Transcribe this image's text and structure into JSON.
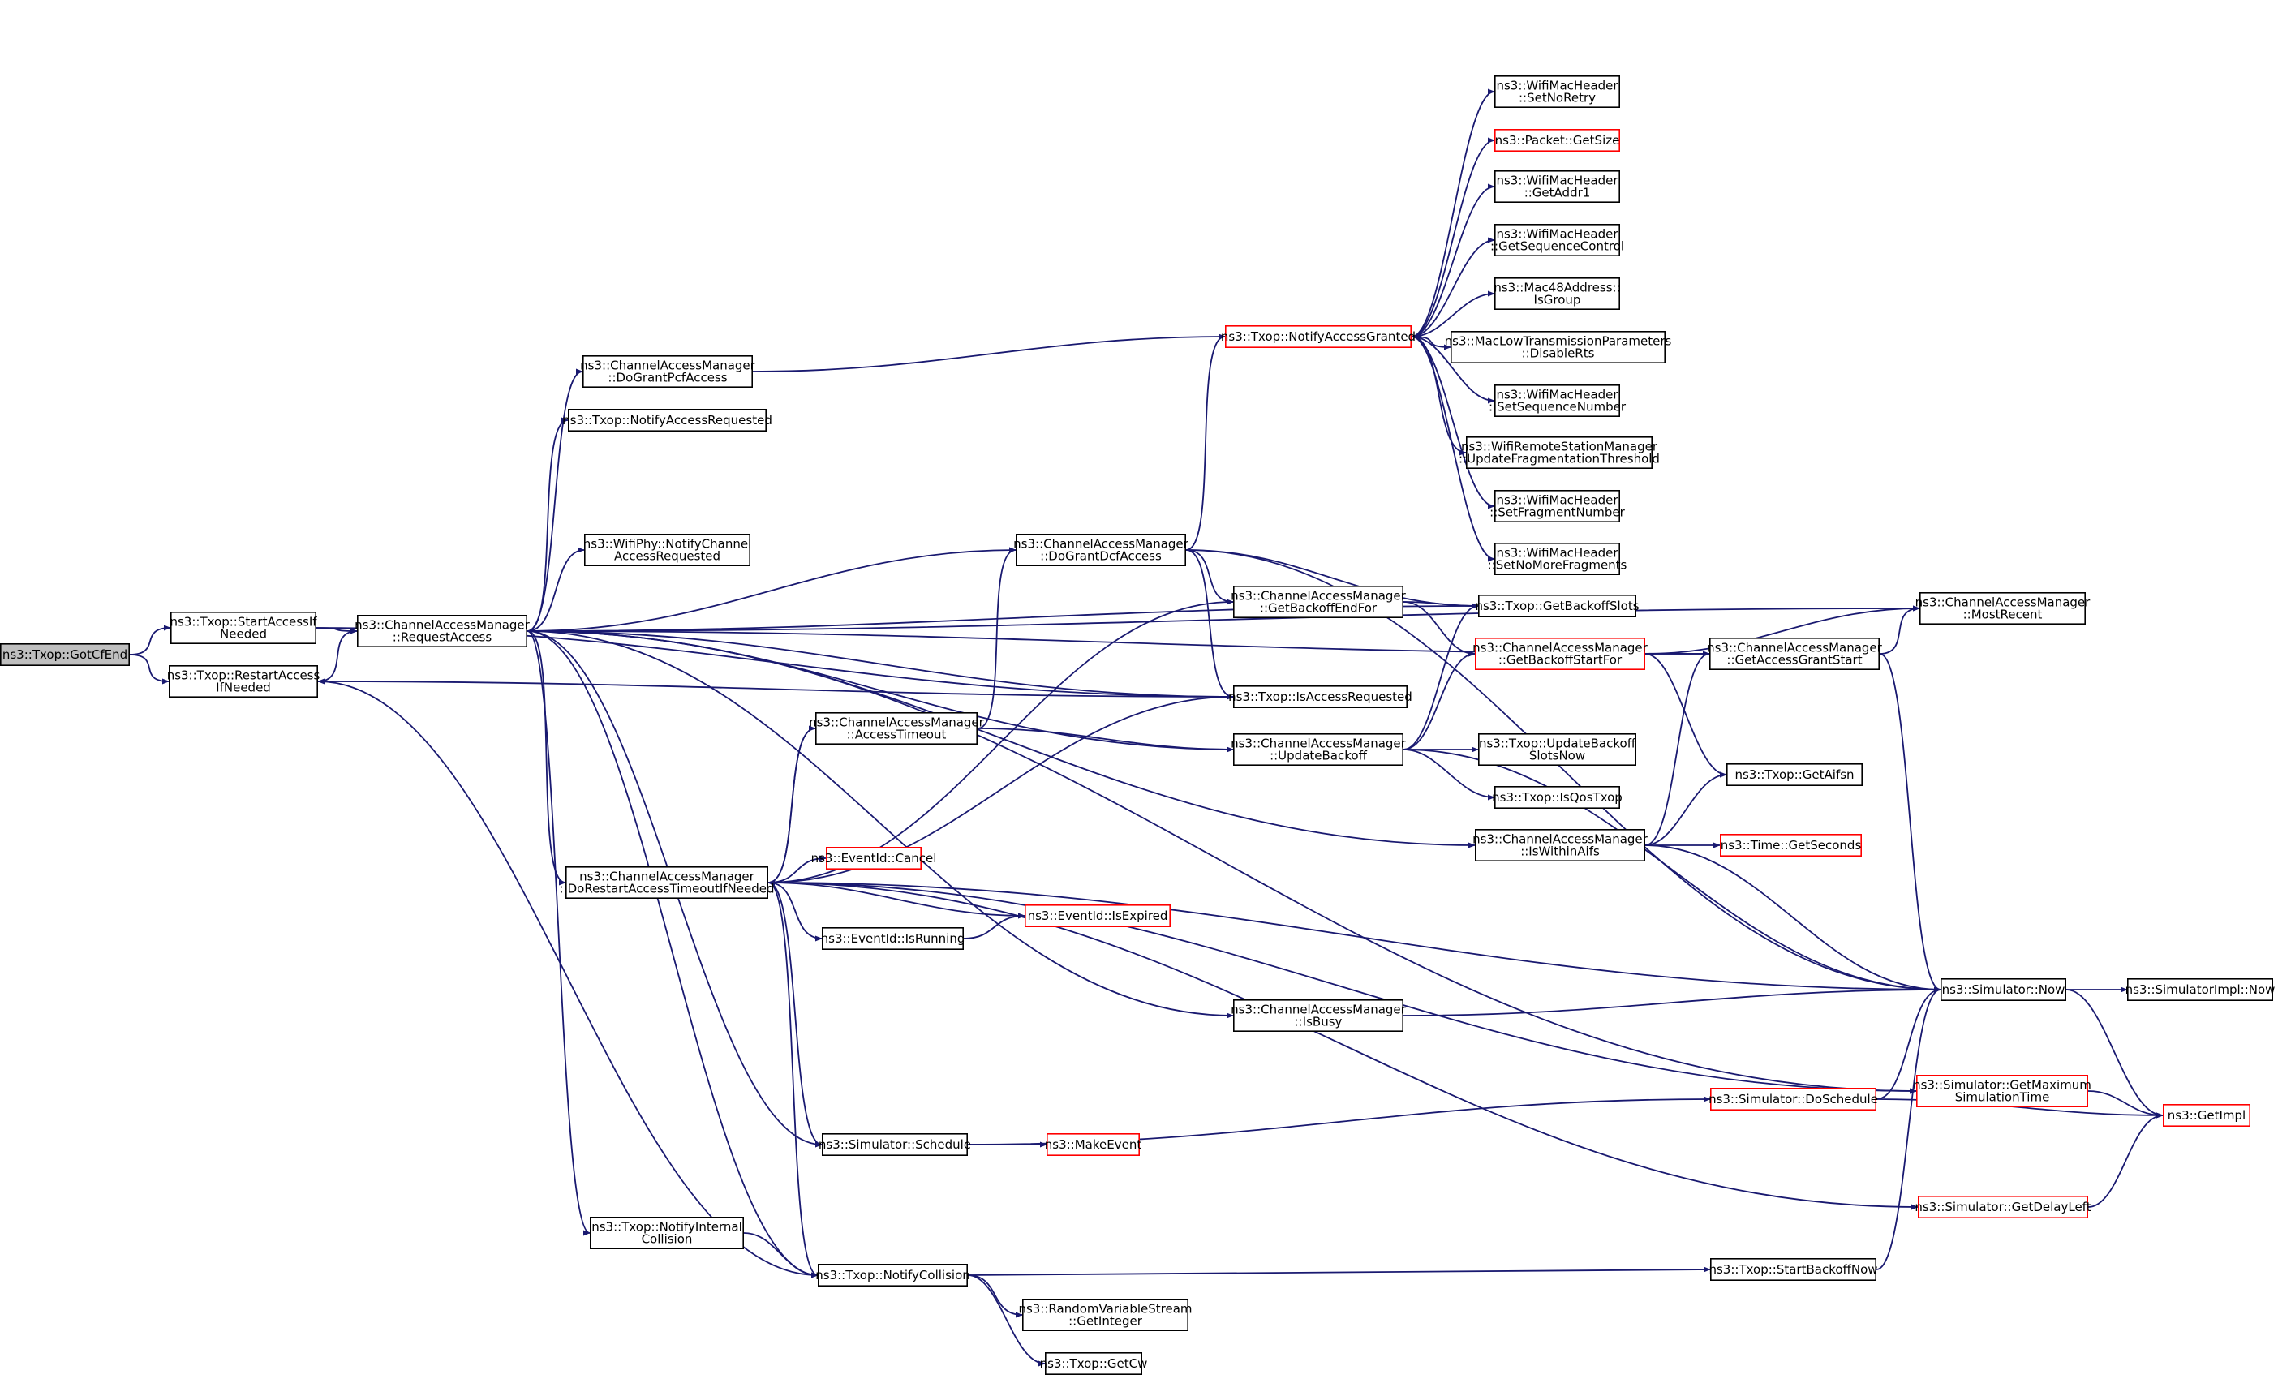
{
  "colors": {
    "edge": "#191970",
    "node_border": "#000000",
    "truncated_border": "#ff0000",
    "root_fill": "#bfbfbf"
  },
  "nodes": {
    "gotcfend": {
      "lines": [
        "ns3::Txop::GotCfEnd"
      ],
      "root": true
    },
    "startaccessifneeded": {
      "lines": [
        "ns3::Txop::StartAccessIf",
        "Needed"
      ]
    },
    "restartaccessifneeded": {
      "lines": [
        "ns3::Txop::RestartAccess",
        "IfNeeded"
      ]
    },
    "requestaccess": {
      "lines": [
        "ns3::ChannelAccessManager",
        "::RequestAccess"
      ]
    },
    "dograntpcfaccess": {
      "lines": [
        "ns3::ChannelAccessManager",
        "::DoGrantPcfAccess"
      ]
    },
    "notifyaccessrequested": {
      "lines": [
        "ns3::Txop::NotifyAccessRequested"
      ]
    },
    "wifiphy_notify": {
      "lines": [
        "ns3::WifiPhy::NotifyChannel",
        "AccessRequested"
      ]
    },
    "dorestart": {
      "lines": [
        "ns3::ChannelAccessManager",
        "::DoRestartAccessTimeoutIfNeeded"
      ]
    },
    "notifyinternalcollision": {
      "lines": [
        "ns3::Txop::NotifyInternal",
        "Collision"
      ]
    },
    "notifycollision": {
      "lines": [
        "ns3::Txop::NotifyCollision"
      ]
    },
    "accesstimeout": {
      "lines": [
        "ns3::ChannelAccessManager",
        "::AccessTimeout"
      ]
    },
    "eventid_cancel": {
      "lines": [
        "ns3::EventId::Cancel"
      ],
      "truncated": true
    },
    "eventid_isrunning": {
      "lines": [
        "ns3::EventId::IsRunning"
      ]
    },
    "eventid_isexpired": {
      "lines": [
        "ns3::EventId::IsExpired"
      ],
      "truncated": true
    },
    "schedule": {
      "lines": [
        "ns3::Simulator::Schedule"
      ]
    },
    "makeevent": {
      "lines": [
        "ns3::MakeEvent"
      ],
      "truncated": true
    },
    "rvs_getinteger": {
      "lines": [
        "ns3::RandomVariableStream",
        "::GetInteger"
      ]
    },
    "getcw": {
      "lines": [
        "ns3::Txop::GetCw"
      ]
    },
    "dograntdcfaccess": {
      "lines": [
        "ns3::ChannelAccessManager",
        "::DoGrantDcfAccess"
      ]
    },
    "getbackoffendfor": {
      "lines": [
        "ns3::ChannelAccessManager",
        "::GetBackoffEndFor"
      ]
    },
    "isaccessrequested": {
      "lines": [
        "ns3::Txop::IsAccessRequested"
      ]
    },
    "updatebackoff": {
      "lines": [
        "ns3::ChannelAccessManager",
        "::UpdateBackoff"
      ]
    },
    "isbusy": {
      "lines": [
        "ns3::ChannelAccessManager",
        "::IsBusy"
      ]
    },
    "notifyaccessgranted": {
      "lines": [
        "ns3::Txop::NotifyAccessGranted"
      ],
      "truncated": true
    },
    "setnoretry": {
      "lines": [
        "ns3::WifiMacHeader",
        "::SetNoRetry"
      ]
    },
    "packet_getsize": {
      "lines": [
        "ns3::Packet::GetSize"
      ],
      "truncated": true
    },
    "getaddr1": {
      "lines": [
        "ns3::WifiMacHeader",
        "::GetAddr1"
      ]
    },
    "getsequencecontrol": {
      "lines": [
        "ns3::WifiMacHeader",
        "::GetSequenceControl"
      ]
    },
    "mac48_isgroup": {
      "lines": [
        "ns3::Mac48Address::",
        "IsGroup"
      ]
    },
    "disablerts": {
      "lines": [
        "ns3::MacLowTransmissionParameters",
        "::DisableRts"
      ]
    },
    "setsequencenumber": {
      "lines": [
        "ns3::WifiMacHeader",
        "::SetSequenceNumber"
      ]
    },
    "updatefragthreshold": {
      "lines": [
        "ns3::WifiRemoteStationManager",
        "::UpdateFragmentationThreshold"
      ]
    },
    "setfragmentnumber": {
      "lines": [
        "ns3::WifiMacHeader",
        "::SetFragmentNumber"
      ]
    },
    "setnomorefragments": {
      "lines": [
        "ns3::WifiMacHeader",
        "::SetNoMoreFragments"
      ]
    },
    "getbackoffslots": {
      "lines": [
        "ns3::Txop::GetBackoffSlots"
      ]
    },
    "getbackoffstartfor": {
      "lines": [
        "ns3::ChannelAccessManager",
        "::GetBackoffStartFor"
      ],
      "truncated": true
    },
    "updatebackoffslotsnow": {
      "lines": [
        "ns3::Txop::UpdateBackoff",
        "SlotsNow"
      ]
    },
    "isqostxop": {
      "lines": [
        "ns3::Txop::IsQosTxop"
      ]
    },
    "iswithinaifs": {
      "lines": [
        "ns3::ChannelAccessManager",
        "::IsWithinAifs"
      ]
    },
    "getaccessgrantstart": {
      "lines": [
        "ns3::ChannelAccessManager",
        "::GetAccessGrantStart"
      ]
    },
    "getaifsn": {
      "lines": [
        "ns3::Txop::GetAifsn"
      ]
    },
    "time_getseconds": {
      "lines": [
        "ns3::Time::GetSeconds"
      ],
      "truncated": true
    },
    "mostrecent": {
      "lines": [
        "ns3::ChannelAccessManager",
        "::MostRecent"
      ]
    },
    "sim_now": {
      "lines": [
        "ns3::Simulator::Now"
      ]
    },
    "simimpl_now": {
      "lines": [
        "ns3::SimulatorImpl::Now"
      ]
    },
    "getmaxsimtime": {
      "lines": [
        "ns3::Simulator::GetMaximum",
        "SimulationTime"
      ],
      "truncated": true
    },
    "doschedule": {
      "lines": [
        "ns3::Simulator::DoSchedule"
      ],
      "truncated": true
    },
    "getdelayleft": {
      "lines": [
        "ns3::Simulator::GetDelayLeft"
      ],
      "truncated": true
    },
    "startbackoffnow": {
      "lines": [
        "ns3::Txop::StartBackoffNow"
      ]
    },
    "getimpl": {
      "lines": [
        "ns3::GetImpl"
      ],
      "truncated": true
    }
  },
  "edges": [
    [
      "gotcfend",
      "startaccessifneeded"
    ],
    [
      "gotcfend",
      "restartaccessifneeded"
    ],
    [
      "startaccessifneeded",
      "requestaccess"
    ],
    [
      "startaccessifneeded",
      "isaccessrequested"
    ],
    [
      "restartaccessifneeded",
      "requestaccess"
    ],
    [
      "restartaccessifneeded",
      "isaccessrequested"
    ],
    [
      "requestaccess",
      "dograntpcfaccess"
    ],
    [
      "requestaccess",
      "notifyaccessrequested"
    ],
    [
      "requestaccess",
      "wifiphy_notify"
    ],
    [
      "requestaccess",
      "dorestart"
    ],
    [
      "requestaccess",
      "notifyinternalcollision"
    ],
    [
      "requestaccess",
      "notifycollision"
    ],
    [
      "requestaccess",
      "schedule"
    ],
    [
      "requestaccess",
      "dograntdcfaccess"
    ],
    [
      "requestaccess",
      "isaccessrequested"
    ],
    [
      "requestaccess",
      "updatebackoff"
    ],
    [
      "requestaccess",
      "isbusy"
    ],
    [
      "requestaccess",
      "getbackoffslots"
    ],
    [
      "requestaccess",
      "iswithinaifs"
    ],
    [
      "requestaccess",
      "getaccessgrantstart"
    ],
    [
      "requestaccess",
      "mostrecent"
    ],
    [
      "requestaccess",
      "getmaxsimtime"
    ],
    [
      "dograntpcfaccess",
      "notifyaccessgranted"
    ],
    [
      "dorestart",
      "accesstimeout"
    ],
    [
      "dorestart",
      "getbackoffendfor"
    ],
    [
      "dorestart",
      "isaccessrequested"
    ],
    [
      "dorestart",
      "eventid_cancel"
    ],
    [
      "dorestart",
      "eventid_isexpired"
    ],
    [
      "dorestart",
      "eventid_isrunning"
    ],
    [
      "dorestart",
      "schedule"
    ],
    [
      "dorestart",
      "sim_now"
    ],
    [
      "dorestart",
      "getdelayleft"
    ],
    [
      "dorestart",
      "getmaxsimtime"
    ],
    [
      "dorestart",
      "notifycollision"
    ],
    [
      "accesstimeout",
      "dorestart"
    ],
    [
      "accesstimeout",
      "dograntdcfaccess"
    ],
    [
      "accesstimeout",
      "updatebackoff"
    ],
    [
      "eventid_isrunning",
      "eventid_isexpired"
    ],
    [
      "schedule",
      "makeevent"
    ],
    [
      "schedule",
      "doschedule"
    ],
    [
      "notifyinternalcollision",
      "notifycollision"
    ],
    [
      "notifycollision",
      "restartaccessifneeded"
    ],
    [
      "notifycollision",
      "startbackoffnow"
    ],
    [
      "notifycollision",
      "rvs_getinteger"
    ],
    [
      "notifycollision",
      "getcw"
    ],
    [
      "dograntdcfaccess",
      "notifyaccessgranted"
    ],
    [
      "dograntdcfaccess",
      "getbackoffendfor"
    ],
    [
      "dograntdcfaccess",
      "getbackoffslots"
    ],
    [
      "dograntdcfaccess",
      "isaccessrequested"
    ],
    [
      "dograntdcfaccess",
      "sim_now"
    ],
    [
      "getbackoffendfor",
      "getbackoffslots"
    ],
    [
      "getbackoffendfor",
      "getbackoffstartfor"
    ],
    [
      "notifyaccessgranted",
      "setnoretry"
    ],
    [
      "notifyaccessgranted",
      "packet_getsize"
    ],
    [
      "notifyaccessgranted",
      "getaddr1"
    ],
    [
      "notifyaccessgranted",
      "getsequencecontrol"
    ],
    [
      "notifyaccessgranted",
      "mac48_isgroup"
    ],
    [
      "notifyaccessgranted",
      "disablerts"
    ],
    [
      "notifyaccessgranted",
      "setsequencenumber"
    ],
    [
      "notifyaccessgranted",
      "updatefragthreshold"
    ],
    [
      "notifyaccessgranted",
      "setfragmentnumber"
    ],
    [
      "notifyaccessgranted",
      "setnomorefragments"
    ],
    [
      "updatebackoff",
      "getbackoffslots"
    ],
    [
      "updatebackoff",
      "getbackoffstartfor"
    ],
    [
      "updatebackoff",
      "updatebackoffslotsnow"
    ],
    [
      "updatebackoff",
      "isqostxop"
    ],
    [
      "updatebackoff",
      "sim_now"
    ],
    [
      "isbusy",
      "sim_now"
    ],
    [
      "getbackoffstartfor",
      "getaccessgrantstart"
    ],
    [
      "getbackoffstartfor",
      "mostrecent"
    ],
    [
      "getbackoffstartfor",
      "getaifsn"
    ],
    [
      "iswithinaifs",
      "getaccessgrantstart"
    ],
    [
      "iswithinaifs",
      "getaifsn"
    ],
    [
      "iswithinaifs",
      "time_getseconds"
    ],
    [
      "iswithinaifs",
      "sim_now"
    ],
    [
      "getaccessgrantstart",
      "mostrecent"
    ],
    [
      "getaccessgrantstart",
      "sim_now"
    ],
    [
      "sim_now",
      "simimpl_now"
    ],
    [
      "sim_now",
      "getimpl"
    ],
    [
      "getmaxsimtime",
      "getimpl"
    ],
    [
      "doschedule",
      "sim_now"
    ],
    [
      "doschedule",
      "getimpl"
    ],
    [
      "getdelayleft",
      "getimpl"
    ],
    [
      "startbackoffnow",
      "sim_now"
    ]
  ]
}
